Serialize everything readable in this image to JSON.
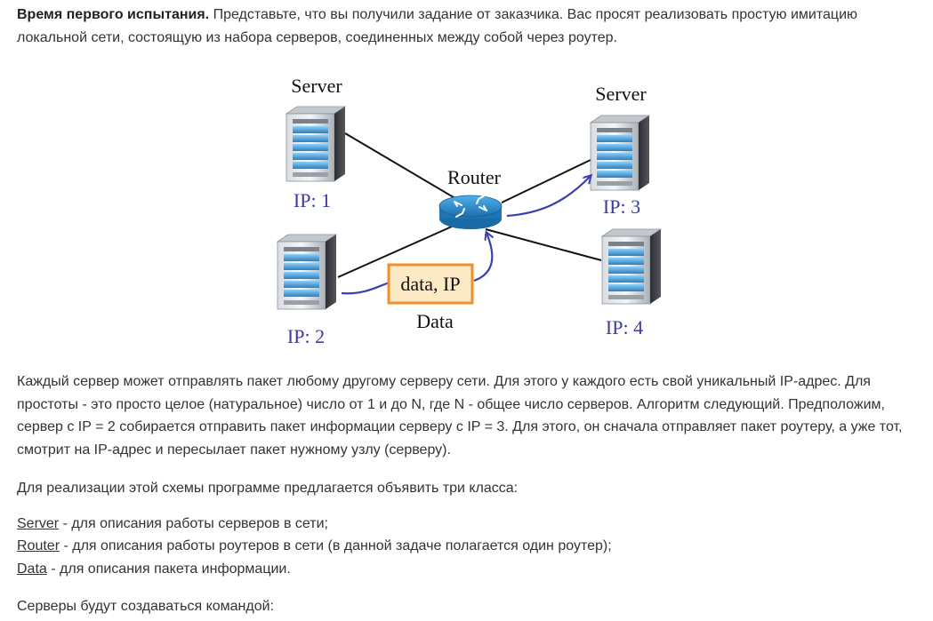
{
  "intro": {
    "bold": "Время первого испытания.",
    "text": " Представьте, что вы получили задание от заказчика. Вас просят реализовать простую имитацию локальной сети, состоящую из набора серверов, соединенных между собой через роутер."
  },
  "diagram": {
    "server_label_1": "Server",
    "server_label_3": "Server",
    "router_label": "Router",
    "ip1": "IP: 1",
    "ip2": "IP: 2",
    "ip3": "IP: 3",
    "ip4": "IP: 4",
    "packet_text": "data, IP",
    "data_label": "Data",
    "colors": {
      "ip_text": "#3a3aa8",
      "arrow": "#3a3fb0",
      "packet_border": "#f0902a",
      "packet_fill": "#fde9c4",
      "router": "#2d8ccf"
    }
  },
  "description": "Каждый сервер может отправлять пакет любому другому серверу сети. Для этого у каждого есть свой уникальный IP-адрес. Для простоты - это просто целое (натуральное) число от 1 и до N, где N - общее число серверов. Алгоритм следующий. Предположим, сервер с IP = 2 собирается отправить пакет информации серверу с IP = 3. Для этого, он сначала отправляет пакет роутеру, а уже тот, смотрит на IP-адрес и пересылает пакет нужному узлу (серверу).",
  "classes_intro": "Для реализации этой схемы программе предлагается объявить три класса:",
  "classes": [
    {
      "name": "Server",
      "desc": " - для описания работы серверов в сети;"
    },
    {
      "name": "Router",
      "desc": " - для описания работы роутеров в сети (в данной задаче полагается один роутер);"
    },
    {
      "name": "Data",
      "desc": " - для описания пакета информации."
    }
  ],
  "servers_created": "Серверы будут создаваться командой:"
}
